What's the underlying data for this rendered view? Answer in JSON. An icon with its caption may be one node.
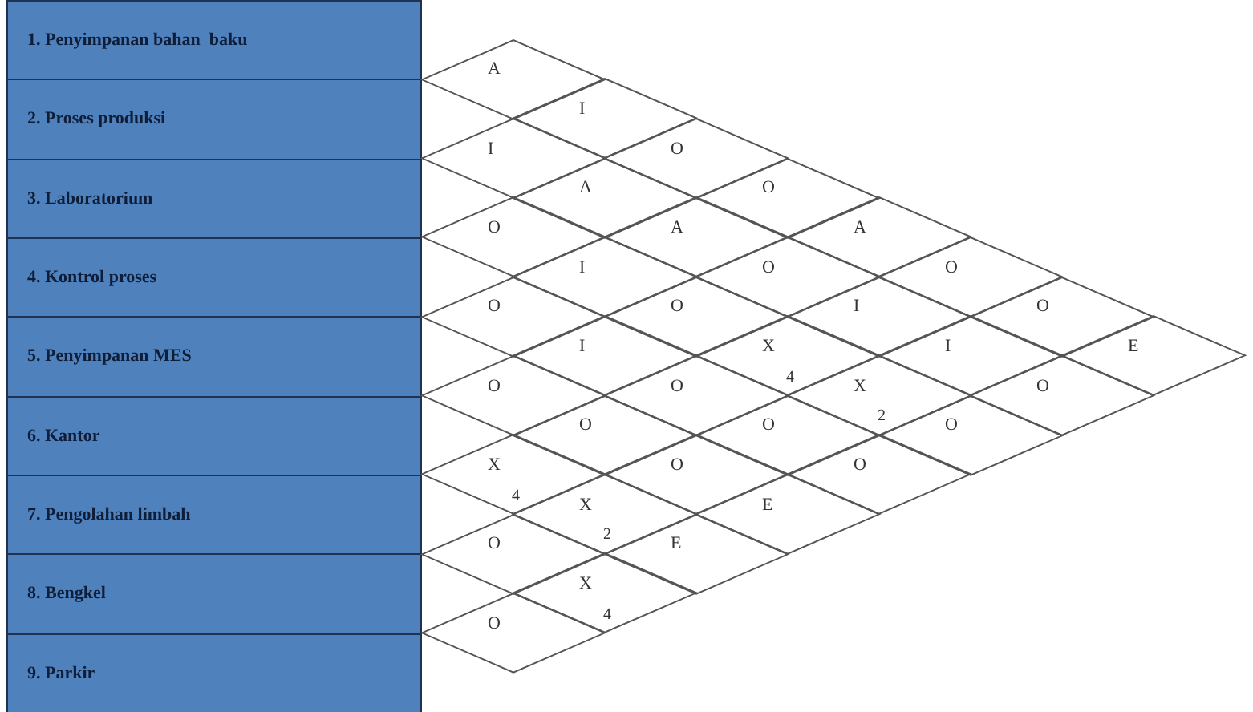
{
  "diagram": {
    "nodes": [
      {
        "text": [
          "1. Penyimpanan bahan  baku"
        ]
      },
      {
        "text": [
          "2. Proses produksi"
        ]
      },
      {
        "text": [
          "3. Laboratorium"
        ]
      },
      {
        "text": [
          "4. Kontrol proses"
        ]
      },
      {
        "text": [
          "5. Penyimpanan MES"
        ]
      },
      {
        "text": [
          "6. Kantor"
        ]
      },
      {
        "text": [
          "7. Pengolahan limbah"
        ]
      },
      {
        "text": [
          "8. Bengkel"
        ]
      },
      {
        "text": [
          "9. Parkir"
        ]
      },
      {
        "text": [
          "A"
        ]
      },
      {
        "text": [
          "I"
        ]
      },
      {
        "text": [
          "I"
        ]
      },
      {
        "text": [
          "O"
        ]
      },
      {
        "text": [
          "A"
        ]
      },
      {
        "text": [
          "O"
        ]
      },
      {
        "text": [
          "O"
        ]
      },
      {
        "text": [
          "A"
        ]
      },
      {
        "text": [
          "A"
        ]
      },
      {
        "text": [
          "I"
        ]
      },
      {
        "text": [
          "O"
        ]
      },
      {
        "text": [
          "O"
        ]
      },
      {
        "text": [
          "O"
        ]
      },
      {
        "text": [
          "O"
        ]
      },
      {
        "text": [
          "I"
        ]
      },
      {
        "text": [
          "O"
        ]
      },
      {
        "text": [
          "I"
        ]
      },
      {
        "text": [
          "X",
          "4"
        ]
      },
      {
        "text": [
          "I"
        ]
      },
      {
        "text": [
          "E"
        ]
      },
      {
        "text": [
          "O"
        ]
      },
      {
        "text": [
          "O"
        ]
      },
      {
        "text": [
          "X",
          "2"
        ]
      },
      {
        "text": [
          "O"
        ]
      },
      {
        "text": [
          "O"
        ]
      },
      {
        "text": [
          "O"
        ]
      },
      {
        "text": [
          "O"
        ]
      },
      {
        "text": [
          "X",
          "4"
        ]
      },
      {
        "text": [
          "O"
        ]
      },
      {
        "text": [
          "O"
        ]
      },
      {
        "text": [
          "X",
          "2"
        ]
      },
      {
        "text": [
          "E"
        ]
      },
      {
        "text": [
          "O"
        ]
      },
      {
        "text": [
          "E"
        ]
      },
      {
        "text": [
          "X",
          "4"
        ]
      },
      {
        "text": [
          "O"
        ]
      }
    ]
  }
}
